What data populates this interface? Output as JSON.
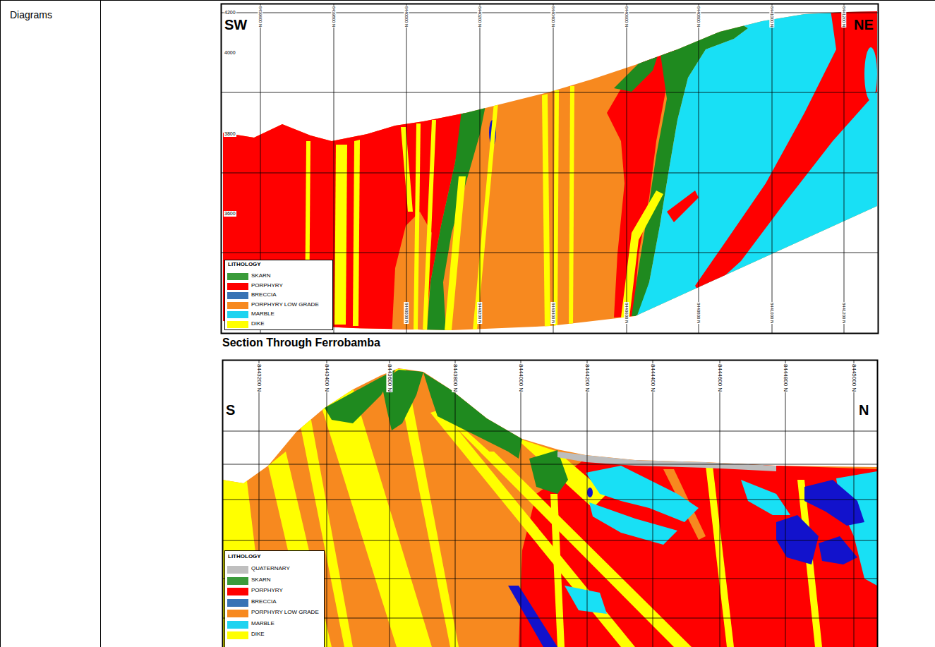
{
  "diagram": {
    "title": "Section Through Ferrobamba",
    "labels": [
      "Diagrams",
      "SW",
      "NE",
      "4200",
      "4000",
      "3800",
      "3600",
      "8439600 N",
      "8439800 N",
      "8440000 N",
      "8440200 N",
      "8440400 N",
      "8440600 N",
      "8440800 N",
      "8441000 N",
      "8441200 N",
      "8440000 N",
      "8440200 N",
      "8440400 N",
      "8440600 N",
      "8440800 N",
      "8441000 N",
      "8441200 N",
      "LITHOLOGY",
      "S",
      "N",
      "8443200 N",
      "8443400 N",
      "8443600 N",
      "8443800 N",
      "8444000 N",
      "8444200 N",
      "8444400 N",
      "8444600 N",
      "8444800 N",
      "8445000 N",
      "LITHOLOGY"
    ],
    "legend": [
      {
        "text": "SKARN",
        "color": "#3a9b3a"
      },
      {
        "text": "PORPHYRY",
        "color": "#ff0000"
      },
      {
        "text": "BRECCIA",
        "color": "#3873b5"
      },
      {
        "text": "PORPHYRY LOW GRADE",
        "color": "#f7891f"
      },
      {
        "text": "MARBLE",
        "color": "#1fd3f0"
      },
      {
        "text": "DIKE",
        "color": "#ffff00"
      },
      {
        "text": "QUATERNARY",
        "color": "#bfbfbf"
      },
      {
        "text": "SKARN",
        "color": "#3a9b3a"
      },
      {
        "text": "PORPHYRY",
        "color": "#ff0000"
      },
      {
        "text": "BRECCIA",
        "color": "#3873b5"
      },
      {
        "text": "PORPHYRY LOW GRADE",
        "color": "#f7891f"
      },
      {
        "text": "MARBLE",
        "color": "#1fd3f0"
      },
      {
        "text": "DIKE",
        "color": "#ffff00"
      }
    ]
  }
}
